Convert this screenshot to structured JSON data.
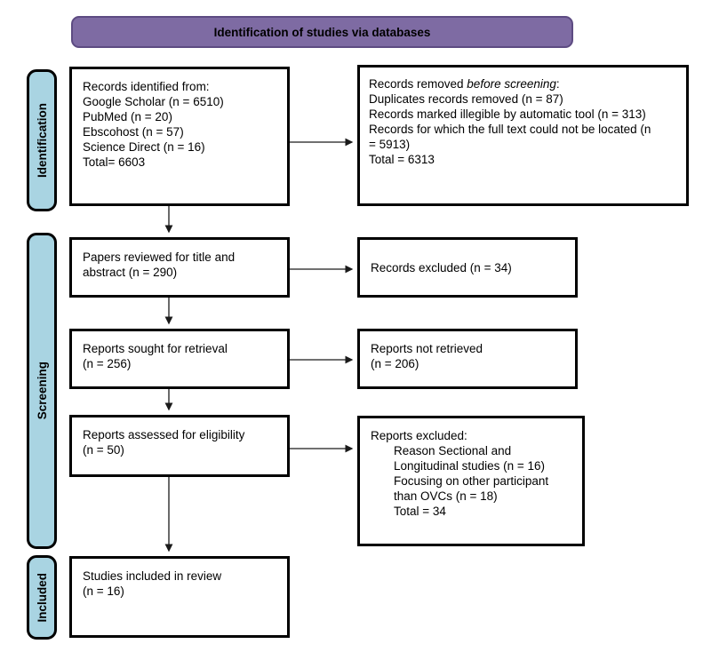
{
  "header": {
    "title": "Identification of studies via databases"
  },
  "stages": {
    "identification": "Identification",
    "screening": "Screening",
    "included": "Included"
  },
  "boxes": {
    "records_identified": {
      "lines": [
        "Records identified from:",
        "Google Scholar (n = 6510)",
        "PubMed (n = 20)",
        "Ebscohost (n = 57)",
        "Science Direct (n = 16)",
        "Total= 6603"
      ]
    },
    "records_removed": {
      "title_prefix": "Records removed ",
      "title_italic": "before screening",
      "title_suffix": ":",
      "lines": [
        "Duplicates records removed (n = 87)",
        "Records marked illegible by automatic tool (n = 313)",
        "Records for which the full text could not be located (n",
        "= 5913)",
        "Total = 6313"
      ]
    },
    "title_abstract": {
      "lines": [
        "Papers reviewed for title and",
        "abstract (n = 290)"
      ]
    },
    "records_excluded": {
      "lines": [
        "Records excluded (n = 34)"
      ]
    },
    "reports_sought": {
      "lines": [
        "Reports sought for retrieval",
        "(n = 256)"
      ]
    },
    "reports_not_retrieved": {
      "lines": [
        "Reports not retrieved",
        "(n = 206)"
      ]
    },
    "reports_assessed": {
      "lines": [
        "Reports assessed for eligibility",
        "(n = 50)"
      ]
    },
    "reports_excluded": {
      "title": "Reports excluded:",
      "items": [
        "Reason Sectional and",
        "Longitudinal studies (n = 16)",
        "Focusing on other participant",
        "than OVCs (n = 18)",
        "Total = 34"
      ]
    },
    "studies_included": {
      "lines": [
        "Studies included in review",
        "(n = 16)"
      ]
    }
  },
  "colors": {
    "header_fill": "#7e6ba3",
    "header_border": "#5d4b82",
    "stage_fill": "#a9d4e2",
    "arrow": "#1a1a1a"
  }
}
